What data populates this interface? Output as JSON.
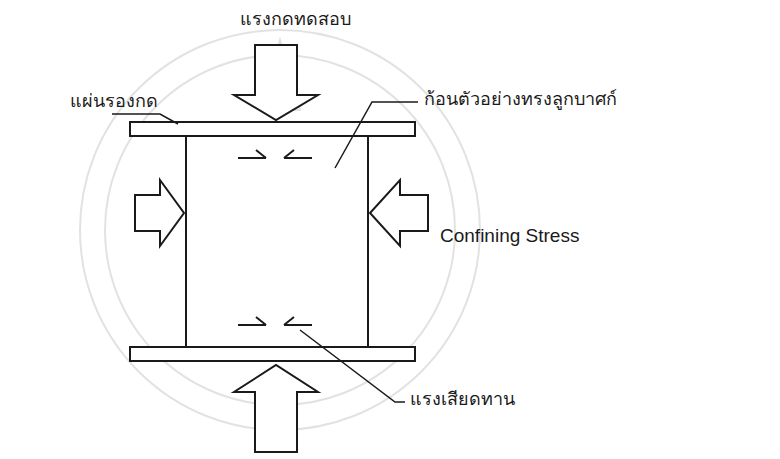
{
  "diagram": {
    "labels": [
      "แรงกดทดสอบ",
      "แผ่นรองกด",
      "ก้อนตัวอย่างทรงลูกบาศก์",
      "Confining Stress",
      "แรงเสียดทาน"
    ]
  }
}
